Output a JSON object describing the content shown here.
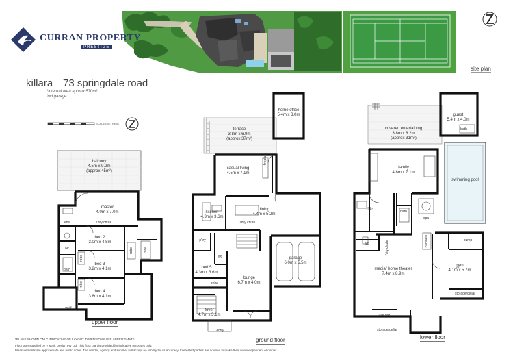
{
  "brand": {
    "name": "CURRAN PROPERTY",
    "tagline": "PRESTIGE",
    "colors": {
      "primary": "#2a3a6b",
      "lawn": "#5aa14a",
      "court": "#3c9a44",
      "wall": "#111111"
    }
  },
  "site_plan_label": "site plan",
  "property": {
    "suburb": "killara",
    "address": "73 springdale road",
    "internal_area_note": "*internal area approx 570m²",
    "garage_note": "incl garage"
  },
  "scale_label": "SCALE (METRES)",
  "floors": {
    "upper": {
      "label": "upper floor",
      "rooms": [
        {
          "name": "balcony",
          "dims": "4.5m x 9.2m",
          "extra": "(approx 45m²)"
        },
        {
          "name": "master",
          "dims": "4.0m x 7.0m"
        },
        {
          "name": "ens",
          "dims": ""
        },
        {
          "name": "bed 2",
          "dims": "3.0m x 4.8m"
        },
        {
          "name": "wc",
          "dims": ""
        },
        {
          "name": "bed 3",
          "dims": "3.2m x 4.1m"
        },
        {
          "name": "bath",
          "dims": ""
        },
        {
          "name": "bed 4",
          "dims": "3.8m x 4.1m"
        },
        {
          "name": "void",
          "dims": ""
        }
      ],
      "labels": {
        "linen_chute": "l'dry chute",
        "robe": "robe"
      }
    },
    "ground": {
      "label": "ground floor",
      "rooms": [
        {
          "name": "home office",
          "dims": "5.4m x 3.0m"
        },
        {
          "name": "terrace",
          "dims": "3.8m x 6.9m",
          "extra": "(approx 37m²)"
        },
        {
          "name": "casual living",
          "dims": "4.5m x 7.1m"
        },
        {
          "name": "kitchen",
          "dims": "4.3m x 3.6m"
        },
        {
          "name": "dining",
          "dims": "4.4m x 5.2m"
        },
        {
          "name": "p'try",
          "dims": ""
        },
        {
          "name": "wc",
          "dims": ""
        },
        {
          "name": "bed 5",
          "dims": "4.3m x 3.6m"
        },
        {
          "name": "robe",
          "dims": ""
        },
        {
          "name": "lounge",
          "dims": "6.7m x 4.0m"
        },
        {
          "name": "garage",
          "dims": "6.0m x 5.5m"
        },
        {
          "name": "foyer",
          "dims": "4.7m x 3.1m"
        },
        {
          "name": "entry",
          "dims": ""
        }
      ],
      "labels": {
        "fireplace": "fireplace",
        "linen_chute": "l'dry chute"
      }
    },
    "lower": {
      "label": "lower floor",
      "rooms": [
        {
          "name": "guest",
          "dims": "5.4m x 4.0m"
        },
        {
          "name": "bath",
          "dims": ""
        },
        {
          "name": "covered entertaining",
          "dims": "3.8m x 8.2m",
          "extra": "(approx 31m²)"
        },
        {
          "name": "family",
          "dims": "4.8m x 7.1m"
        },
        {
          "name": "swimming pool",
          "dims": ""
        },
        {
          "name": "l'dry",
          "dims": ""
        },
        {
          "name": "bath",
          "dims": ""
        },
        {
          "name": "spa",
          "dims": ""
        },
        {
          "name": "wc",
          "dims": ""
        },
        {
          "name": "media/ home theater",
          "dims": "7.4m x 8.9m"
        },
        {
          "name": "pump",
          "dims": ""
        },
        {
          "name": "gym",
          "dims": "4.1m x 5.7m"
        },
        {
          "name": "storage/cellar",
          "dims": ""
        },
        {
          "name": "wet bar",
          "dims": ""
        },
        {
          "name": "storage/cellar",
          "dims": ""
        }
      ],
      "labels": {
        "linen_chute": "l'dry chute",
        "cabinets": "cabinets"
      }
    }
  },
  "disclaimer": {
    "line1": "*PLANS SHOWN ONLY INDICATIVE OF LAYOUT. DIMENSIONS ARE APPROXIMATE.",
    "line2": "Floor plan supplied by V Mark Design Pty Ltd. This floor plan is provided for indicative purposes only.",
    "line3": "Measurements are approximate and not to scale. The vendor, agency and supplier will accept no liability for its accuracy. Interested parties are advised to make their own independent enquiries."
  }
}
